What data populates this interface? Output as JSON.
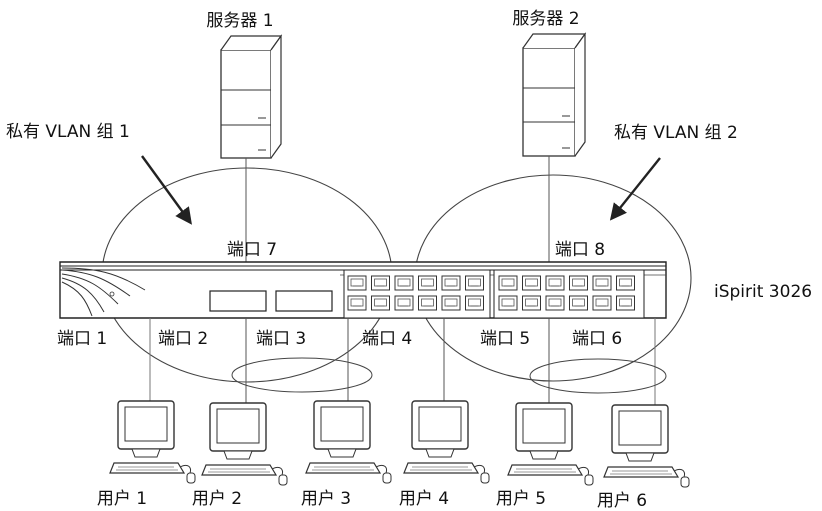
{
  "servers": [
    {
      "label": "服务器 1"
    },
    {
      "label": "服务器 2"
    }
  ],
  "vlan_groups": [
    {
      "label": "私有 VLAN 组 1"
    },
    {
      "label": "私有 VLAN 组 2"
    }
  ],
  "switch": {
    "model": "iSpirit 3026",
    "uplink_ports": [
      {
        "label": "端口 7"
      },
      {
        "label": "端口 8"
      }
    ],
    "ports": [
      {
        "label": "端口 1"
      },
      {
        "label": "端口 2"
      },
      {
        "label": "端口 3"
      },
      {
        "label": "端口 4"
      },
      {
        "label": "端口 5"
      },
      {
        "label": "端口 6"
      }
    ]
  },
  "users": [
    {
      "label": "用户 1"
    },
    {
      "label": "用户 2"
    },
    {
      "label": "用户 3"
    },
    {
      "label": "用户 4"
    },
    {
      "label": "用户 5"
    },
    {
      "label": "用户 6"
    }
  ],
  "colors": {
    "stroke": "#333333",
    "text": "#111111",
    "background": "#ffffff"
  }
}
